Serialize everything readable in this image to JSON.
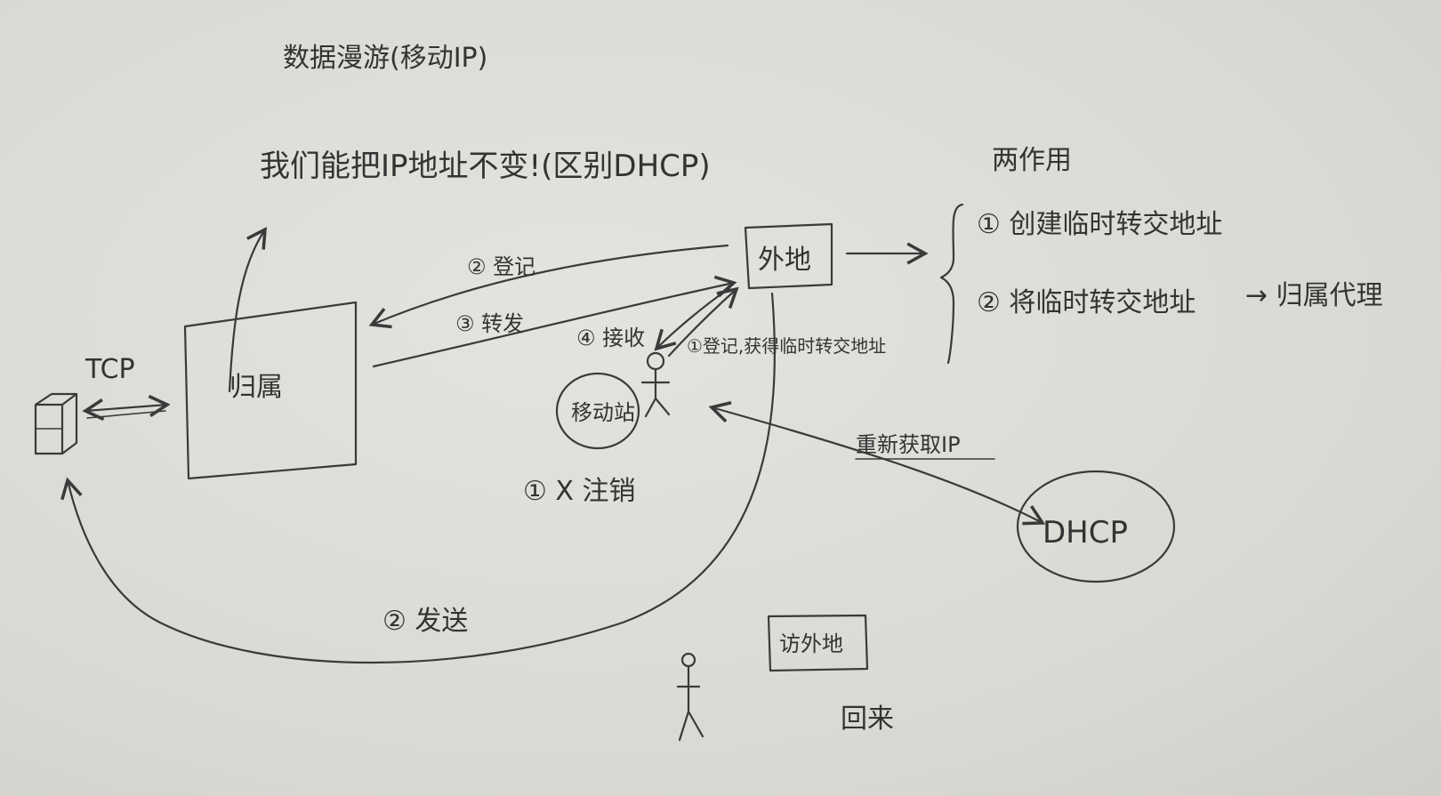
{
  "title": "移动IP",
  "title_full": "数据漫游(移动IP)",
  "question": "我们能把IP地址不变!(区别DHCP)",
  "right_heading": "两作用",
  "right_items": [
    "① 创建临时转交地址",
    "② 将临时转交地址",
    "→ 归属代理"
  ],
  "boxes": {
    "home": "归属",
    "foreign": "外地",
    "visited": "访外地",
    "dhcp": "DHCP"
  },
  "labels": {
    "tcp": "TCP",
    "mobile": "移动站",
    "step2_register": "② 登记",
    "step3_forward": "③ 转发",
    "step4_receive": "④ 接收",
    "step1_register_get": "①登记,获得临时转交地址",
    "step1_cancel": "① X 注销",
    "step2_send": "② 发送",
    "reacquire": "重新获取IP",
    "roam": "回来"
  }
}
